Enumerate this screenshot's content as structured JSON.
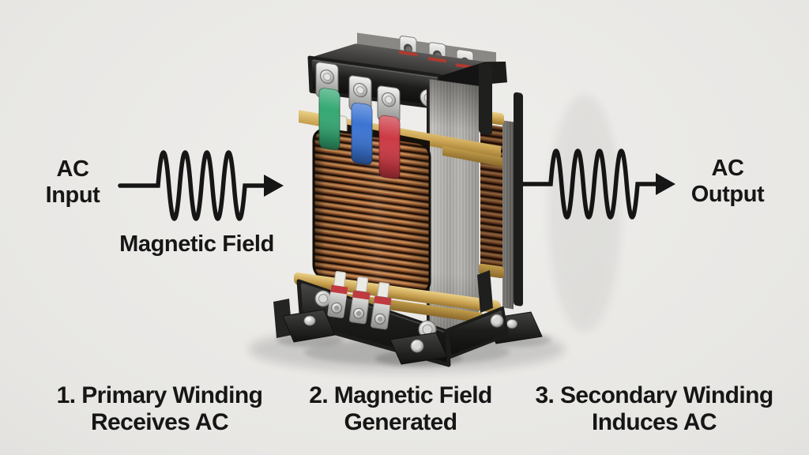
{
  "palette": {
    "background": "#e8e7e4",
    "ink": "#161616",
    "copper": "#b0683a",
    "steel": "#aeaca8",
    "insulator": "#caa352",
    "terminal_green": "#35a873",
    "terminal_blue": "#3b74d2",
    "terminal_red": "#cc3a44",
    "hardware_black": "#232322",
    "silver": "#c6c6c4"
  },
  "left_flow": {
    "line1": "AC",
    "line2": "Input",
    "sublabel": "Magnetic Field"
  },
  "right_flow": {
    "line1": "AC",
    "line2": "Output"
  },
  "steps": [
    {
      "line1": "1. Primary Winding",
      "line2": "Receives AC"
    },
    {
      "line1": "2. Magnetic Field",
      "line2": "Generated"
    },
    {
      "line1": "3. Secondary Winding",
      "line2": "Induces AC"
    }
  ]
}
